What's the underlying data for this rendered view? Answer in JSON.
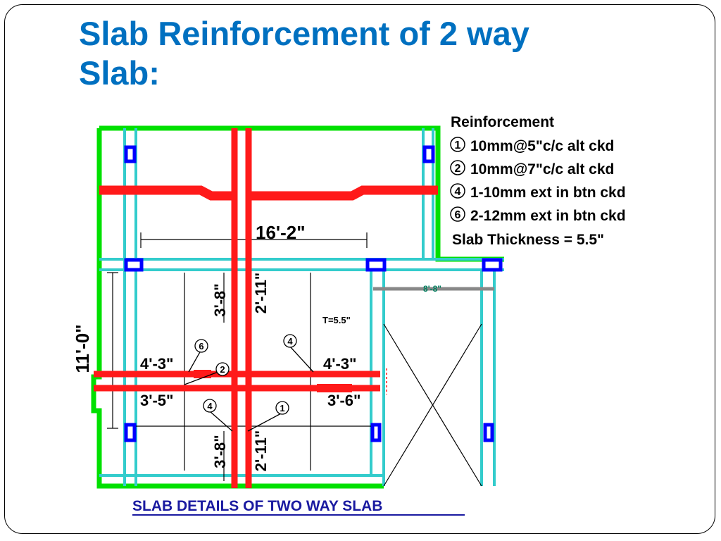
{
  "slide": {
    "title_line1": "Slab Reinforcement of 2 way",
    "title_line2": "Slab:"
  },
  "legend": {
    "heading": "Reinforcement",
    "items": [
      {
        "mark": "1",
        "text": "10mm@5\"c/c alt ckd"
      },
      {
        "mark": "2",
        "text": "10mm@7\"c/c alt ckd"
      },
      {
        "mark": "4",
        "text": "1-10mm ext in btn ckd"
      },
      {
        "mark": "6",
        "text": "2-12mm ext in btn ckd"
      }
    ],
    "thickness_text": "Slab Thickness = 5.5\""
  },
  "drawing": {
    "dim_span_width": "16'-2\"",
    "dim_span_height": "11'-0\"",
    "dim_landing": "8'-8\"",
    "slab_thickness_note": "T=5.5\"",
    "dim_top_left_short": "3'-8\"",
    "dim_top_left_long": "2'-11\"",
    "dim_bottom_left_short": "3'-8\"",
    "dim_bottom_left_long": "2'-11\"",
    "dim_left_upper": "4'-3\"",
    "dim_left_lower": "3'-5\"",
    "dim_right_upper": "4'-3\"",
    "dim_right_lower": "3'-6\"",
    "bar_mark_6": "6",
    "bar_mark_2": "2",
    "bar_mark_4_left": "4",
    "bar_mark_4_right": "4",
    "bar_mark_1": "1",
    "caption": "SLAB DETAILS OF TWO WAY SLAB"
  },
  "colors": {
    "title": "#0070c0",
    "wall": "#00e000",
    "beam": "#33cccc",
    "rebar": "#ff1a1a",
    "column": "#0000ff",
    "caption": "#1a1aa0"
  }
}
